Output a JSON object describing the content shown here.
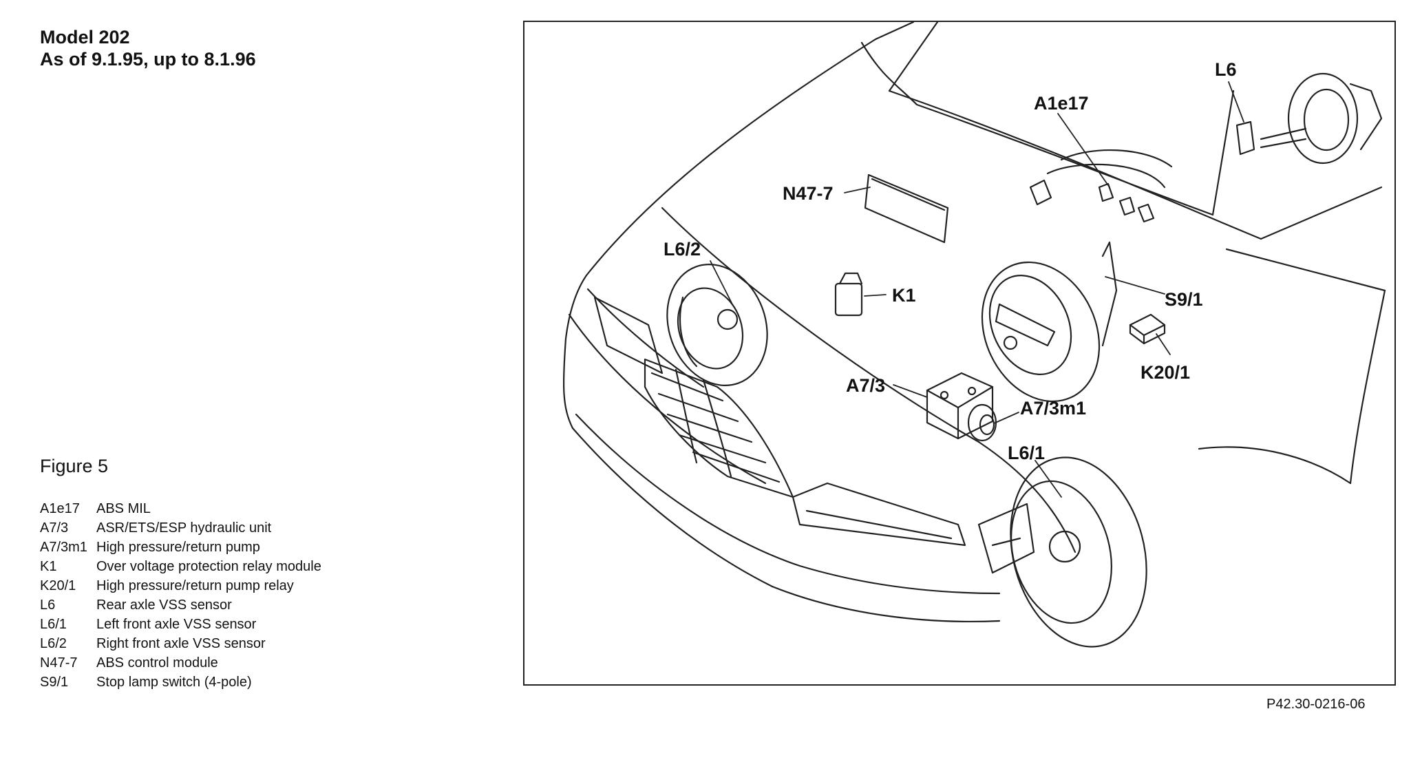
{
  "header": {
    "model": "Model 202",
    "dates": "As of 9.1.95, up to 8.1.96"
  },
  "figure": {
    "title": "Figure 5",
    "reference": "P42.30-0216-06"
  },
  "legend": [
    {
      "code": "A1e17",
      "description": "ABS MIL"
    },
    {
      "code": "A7/3",
      "description": "ASR/ETS/ESP hydraulic unit"
    },
    {
      "code": "A7/3m1",
      "description": "High pressure/return pump"
    },
    {
      "code": "K1",
      "description": "Over voltage protection relay module"
    },
    {
      "code": "K20/1",
      "description": "High pressure/return pump relay"
    },
    {
      "code": "L6",
      "description": "Rear axle VSS sensor"
    },
    {
      "code": "L6/1",
      "description": "Left front axle VSS sensor"
    },
    {
      "code": "L6/2",
      "description": "Right front axle VSS sensor"
    },
    {
      "code": "N47-7",
      "description": "ABS control module"
    },
    {
      "code": "S9/1",
      "description": "Stop lamp switch (4-pole)"
    }
  ],
  "callouts": {
    "l6": "L6",
    "a1e17": "A1e17",
    "n47_7": "N47-7",
    "l6_2": "L6/2",
    "k1": "K1",
    "s9_1": "S9/1",
    "k20_1": "K20/1",
    "a7_3": "A7/3",
    "a7_3m1": "A7/3m1",
    "l6_1": "L6/1"
  }
}
